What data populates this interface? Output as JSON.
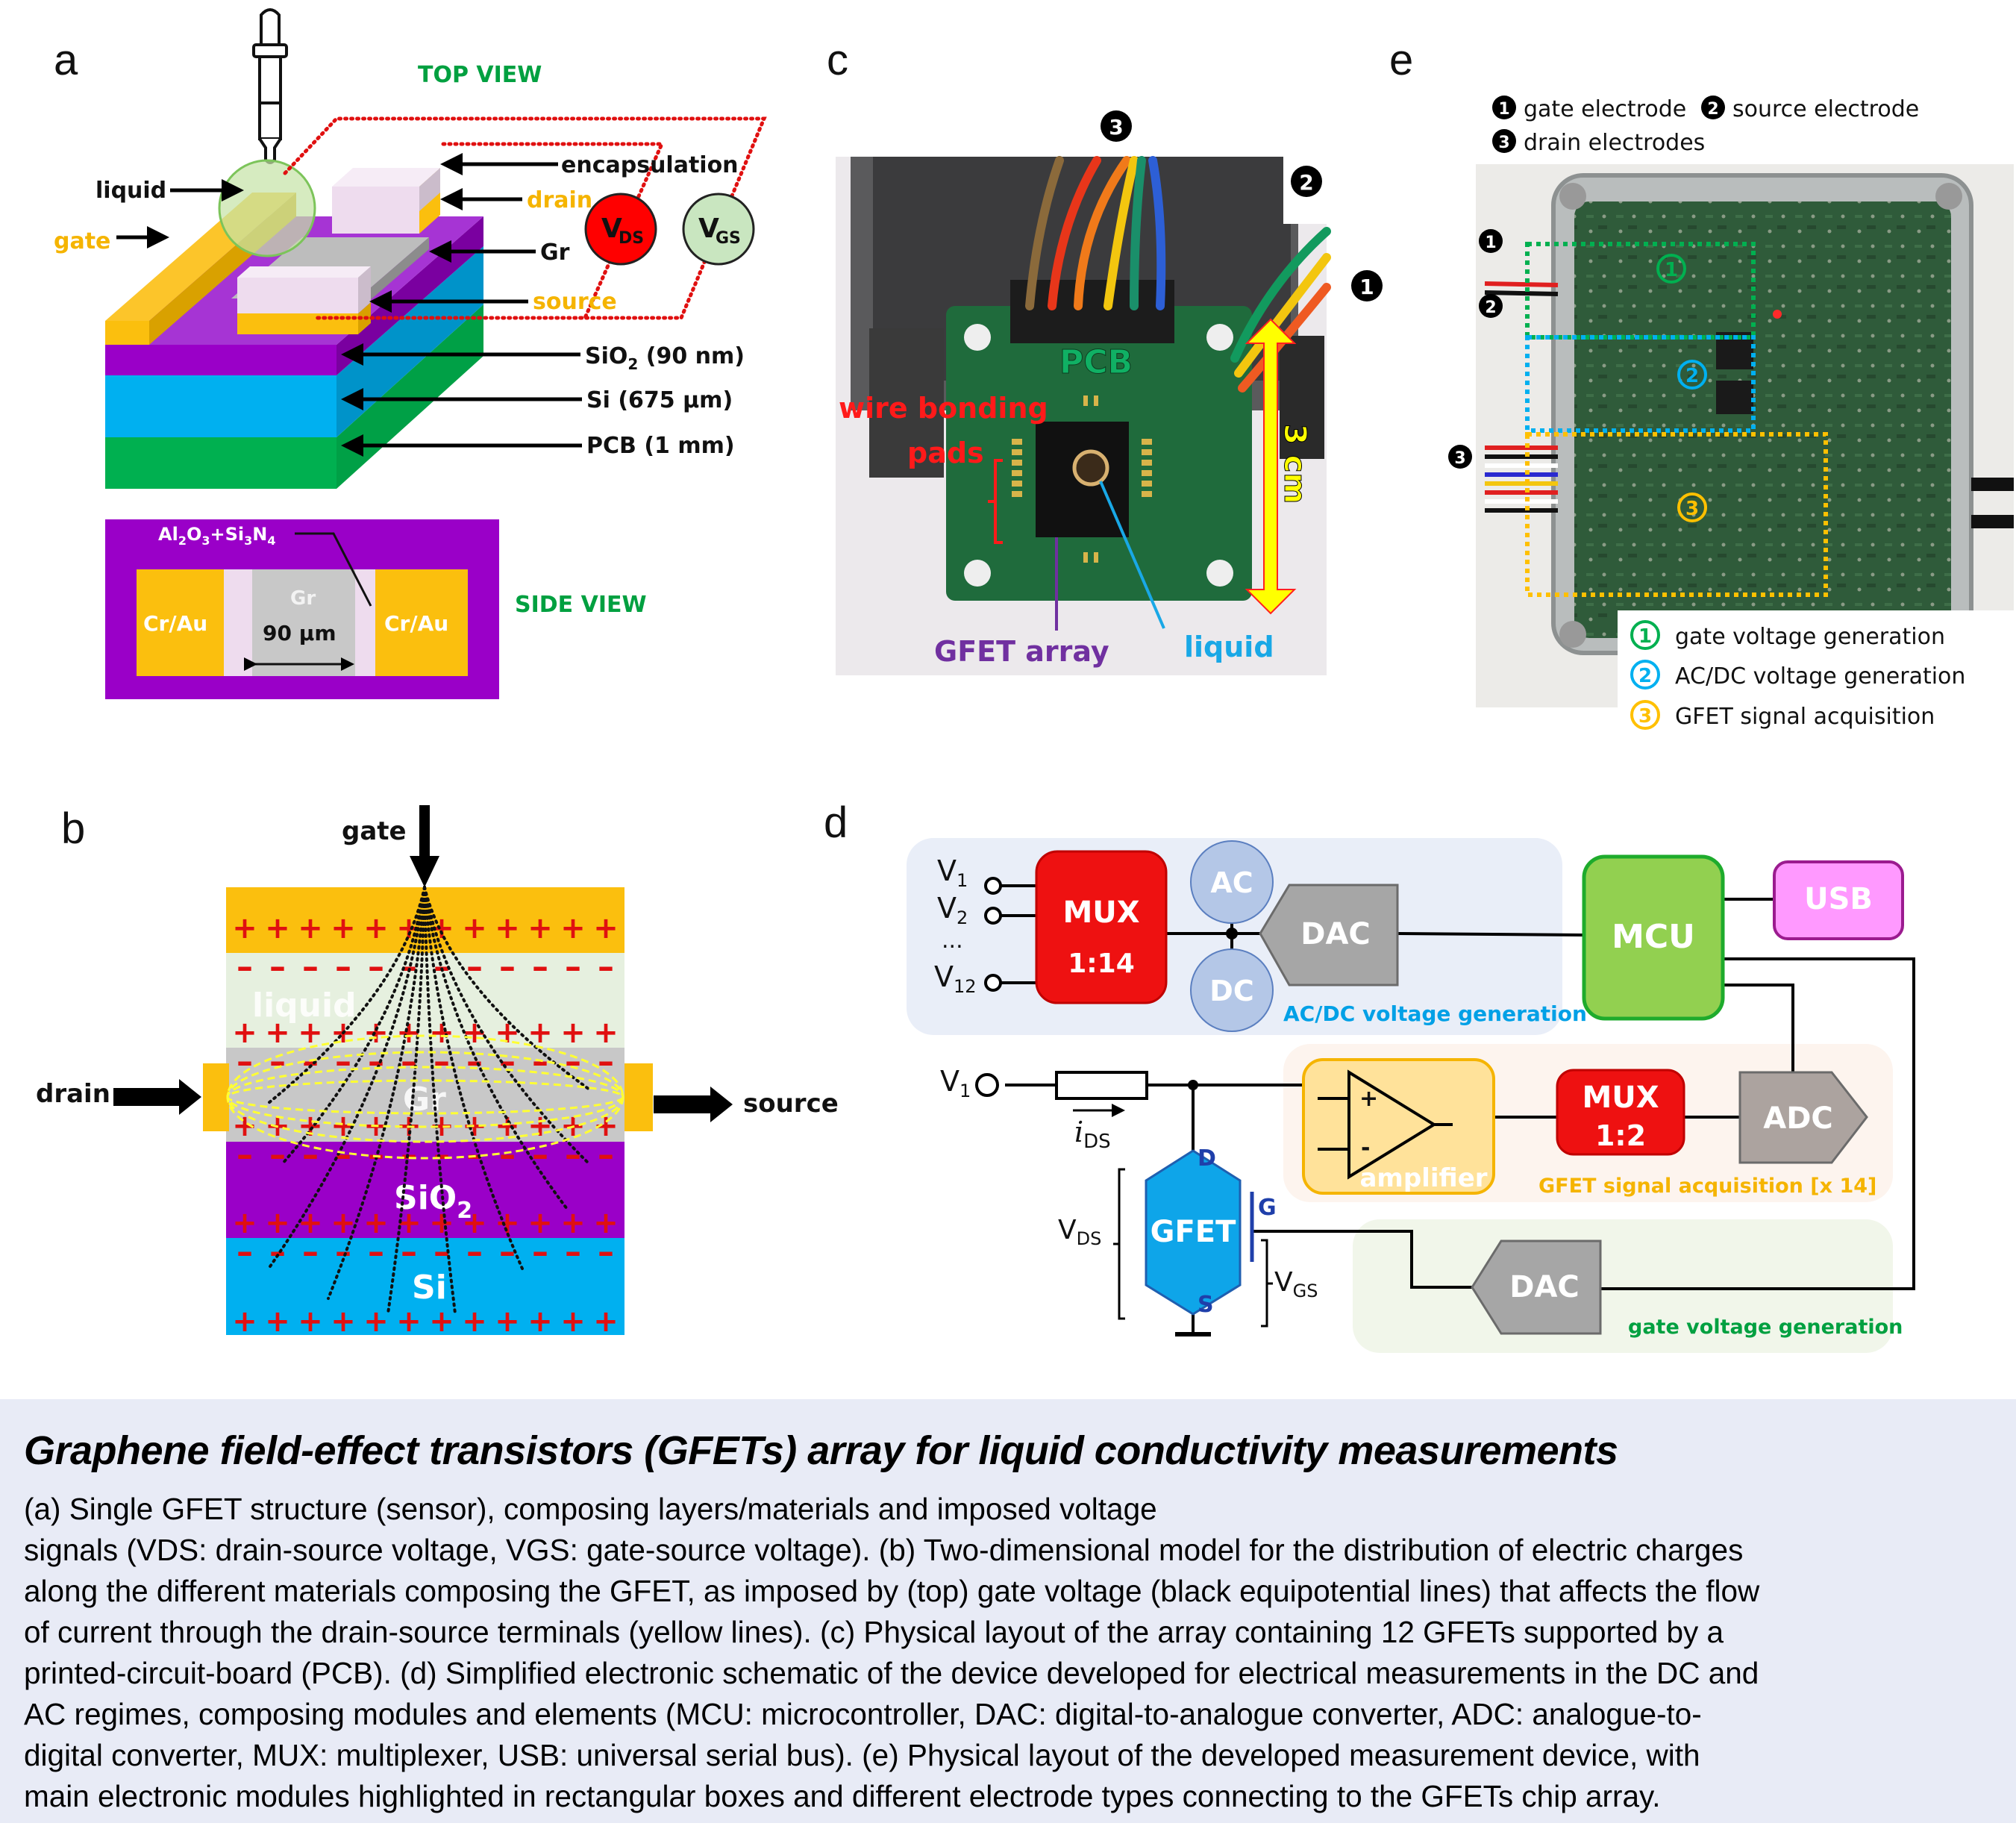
{
  "figure": {
    "panel_letters": {
      "a": "a",
      "b": "b",
      "c": "c",
      "d": "d",
      "e": "e"
    },
    "panel_a": {
      "top_view_label": "TOP VIEW",
      "side_view_label": "SIDE VIEW",
      "labels": {
        "liquid": "liquid",
        "gate": "gate",
        "encapsulation": "encapsulation",
        "drain": "drain",
        "gr": "Gr",
        "source": "source",
        "sio2": "SiO",
        "sio2_sub": "2",
        "sio2_thickness": " (90 nm)",
        "si": "Si (675 µm)",
        "pcb": "PCB (1 mm)"
      },
      "vds": {
        "main": "V",
        "sub": "DS"
      },
      "vgs": {
        "main": "V",
        "sub": "GS"
      },
      "side_view": {
        "electrode_left": "Cr/Au",
        "electrode_right": "Cr/Au",
        "channel": "Gr",
        "width": "90 µm",
        "encapsulation_parts": [
          "Al",
          "2",
          "O",
          "3",
          "+Si",
          "3",
          "N",
          "4"
        ]
      },
      "colors": {
        "gold": "#fbbf0e",
        "purple": "#9a00c8",
        "blue": "#00b0f0",
        "green": "#00b050",
        "red": "#ff0000",
        "light_green": "#c9e6c0",
        "encap": "#eedcee",
        "graphene": "#bfbfbf"
      }
    },
    "panel_b": {
      "gate": "gate",
      "drain": "drain",
      "source": "source",
      "layers": [
        {
          "name": "gate-metal",
          "label": "",
          "color": "#fbbf0e"
        },
        {
          "name": "liquid",
          "label": "liquid",
          "color": "#e6f0df"
        },
        {
          "name": "graphene",
          "label": "Gr",
          "color": "#c8c8c8"
        },
        {
          "name": "sio2",
          "label": "SiO",
          "label_sub": "2",
          "color": "#9a00c8"
        },
        {
          "name": "si",
          "label": "Si",
          "color": "#00b0f0"
        }
      ],
      "charge_rows": [
        "+",
        "-",
        "+",
        "-",
        "+",
        "-",
        "+",
        "-",
        "+"
      ]
    },
    "panel_c": {
      "markers": [
        "1",
        "2",
        "3"
      ],
      "pcb": "PCB",
      "wire_bonding": "wire bonding",
      "pads": "pads",
      "gfet_array": "GFET array",
      "liquid": "liquid",
      "scale": "3 cm"
    },
    "panel_d": {
      "acdc_group": {
        "inputs": [
          {
            "main": "V",
            "sub": "1"
          },
          {
            "main": "V",
            "sub": "2"
          },
          {
            "main": "...",
            "sub": ""
          },
          {
            "main": "V",
            "sub": "12"
          }
        ],
        "mux": [
          "MUX",
          "1:14"
        ],
        "ac": "AC",
        "dc": "DC",
        "dac": "DAC",
        "label": "AC/DC voltage generation"
      },
      "mcu": "MCU",
      "usb": "USB",
      "acquisition_group": {
        "input": {
          "main": "V",
          "sub": "1"
        },
        "current": {
          "main": "i",
          "sub": "DS"
        },
        "amplifier": "amplifier",
        "plus": "+",
        "minus": "-",
        "mux": [
          "MUX",
          "1:2"
        ],
        "adc": "ADC",
        "label": "GFET signal acquisition [x 14]"
      },
      "gfet": {
        "label": "GFET",
        "d": "D",
        "g": "G",
        "s": "S",
        "vds": {
          "main": "V",
          "sub": "DS"
        },
        "vgs": {
          "main": "V",
          "sub": "GS"
        }
      },
      "gate_group": {
        "dac": "DAC",
        "label": "gate voltage generation"
      },
      "colors": {
        "mux": "#ee1111",
        "mcu": "#92d050",
        "mcu_border": "#1eab2c",
        "usb": "#ff99ff",
        "usb_border": "#9b1b8f",
        "dac": "#a6a6a6",
        "adc": "#aca39f",
        "gfet": "#0ea5e9",
        "acdc_text": "#00a0e6",
        "acq_text": "#f5b400",
        "gate_text": "#00a040"
      }
    },
    "panel_e": {
      "legend_top": [
        {
          "num": "1",
          "text": "gate electrode"
        },
        {
          "num": "2",
          "text": "source electrode"
        },
        {
          "num": "3",
          "text": "drain electrodes"
        }
      ],
      "box_markers": [
        "1",
        "2",
        "3"
      ],
      "side_markers": [
        "1",
        "2",
        "3"
      ],
      "legend_bottom": [
        {
          "num": "1",
          "text": "gate voltage generation",
          "color": "#00b050"
        },
        {
          "num": "2",
          "text": "AC/DC voltage generation",
          "color": "#00b0f0"
        },
        {
          "num": "3",
          "text": "GFET signal acquisition",
          "color": "#ffc000"
        }
      ]
    }
  },
  "caption": {
    "title": "Graphene field-effect transistors (GFETs) array for liquid conductivity measurements",
    "lines": [
      "(a) Single GFET structure (sensor), composing layers/materials and imposed voltage",
      "signals (VDS: drain-source voltage, VGS: gate-source voltage). (b) Two-dimensional model for the distribution of electric charges",
      "along the different materials composing the GFET, as imposed by (top) gate voltage (black equipotential lines) that affects the flow",
      "of current through the drain-source terminals (yellow lines). (c) Physical layout of the array containing 12 GFETs supported by a",
      "printed-circuit-board (PCB). (d) Simplified electronic schematic of the device developed for electrical measurements in the DC and",
      "AC regimes, composing modules and elements (MCU: microcontroller, DAC: digital-to-analogue converter, ADC: analogue-to-",
      "digital converter, MUX: multiplexer, USB: universal serial bus). (e) Physical layout of the developed measurement device, with",
      "main electronic modules highlighted in rectangular boxes and different electrode types connecting to the GFETs chip array."
    ]
  }
}
